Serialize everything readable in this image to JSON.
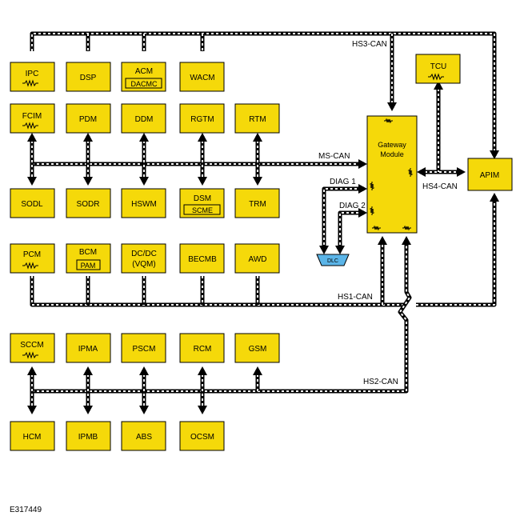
{
  "figure_id": "E317449",
  "colors": {
    "module_fill": "#f5d90a",
    "module_stroke": "#000000",
    "bus": "#000000",
    "bus_dash": "#ffffff",
    "dlc_fill": "#5bb5e8"
  },
  "bus_labels": {
    "hs3": "HS3-CAN",
    "ms": "MS-CAN",
    "hs1": "HS1-CAN",
    "hs2": "HS2-CAN",
    "hs4": "HS4-CAN",
    "diag1": "DIAG 1",
    "diag2": "DIAG 2"
  },
  "modules": {
    "ipc": "IPC",
    "dsp": "DSP",
    "acm": "ACM",
    "dacmc": "DACMC",
    "wacm": "WACM",
    "tcu": "TCU",
    "fcim": "FCIM",
    "pdm": "PDM",
    "ddm": "DDM",
    "rgtm": "RGTM",
    "rtm": "RTM",
    "gateway_line1": "Gateway",
    "gateway_line2": "Module",
    "apim": "APIM",
    "sodl": "SODL",
    "sodr": "SODR",
    "hswm": "HSWM",
    "dsm": "DSM",
    "scme": "SCME",
    "trm": "TRM",
    "dlc": "DLC",
    "pcm": "PCM",
    "bcm": "BCM",
    "pam": "PAM",
    "dcdc_line1": "DC/DC",
    "dcdc_line2": "(VQM)",
    "becmb": "BECMB",
    "awd": "AWD",
    "sccm": "SCCM",
    "ipma": "IPMA",
    "pscm": "PSCM",
    "rcm": "RCM",
    "gsm": "GSM",
    "hcm": "HCM",
    "ipmb": "IPMB",
    "abs": "ABS",
    "ocsm": "OCSM"
  }
}
